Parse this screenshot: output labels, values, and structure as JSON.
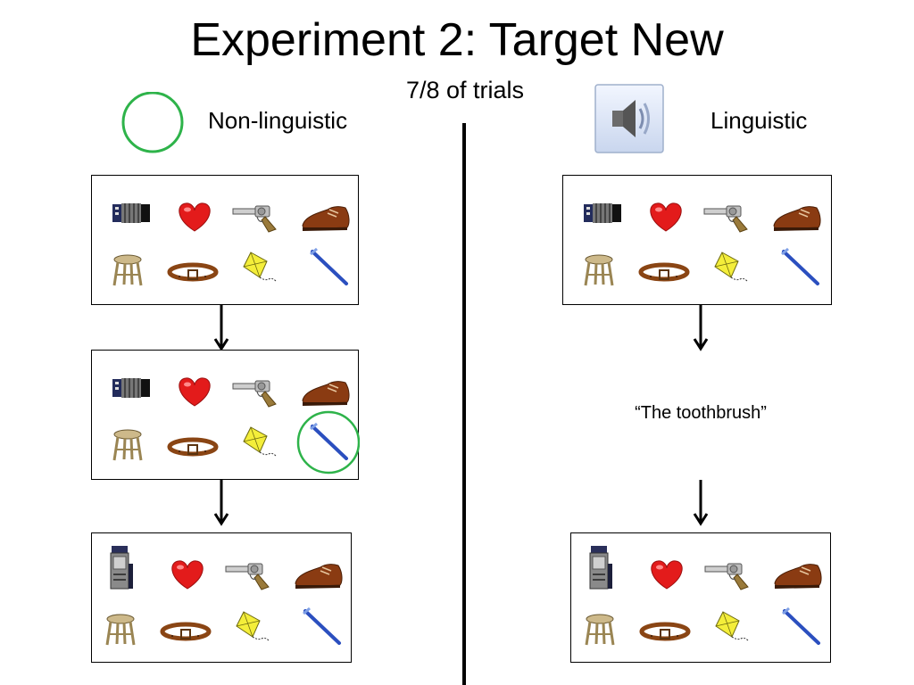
{
  "title": "Experiment 2: Target New",
  "subtitle": "7/8 of trials",
  "conditions": {
    "left": "Non-linguistic",
    "right": "Linguistic"
  },
  "cue_quote": "“The toothbrush”",
  "icons": [
    "speaker-icon",
    "accordion-icon",
    "heart-icon",
    "revolver-icon",
    "shoe-icon",
    "stool-icon",
    "belt-icon",
    "kite-icon",
    "toothbrush-icon",
    "vending-machine-icon"
  ],
  "colors": {
    "highlight_circle": "#2eb34a",
    "heart": "#e31b1b",
    "shoe": "#8a3b12",
    "kite": "#f4ee3a",
    "toothbrush": "#2b4fbf"
  }
}
